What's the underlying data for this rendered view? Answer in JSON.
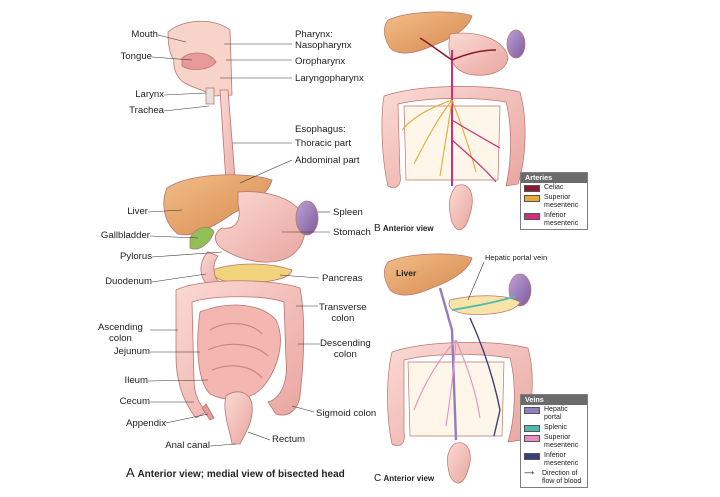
{
  "panelA": {
    "labels": {
      "mouth": "Mouth",
      "tongue": "Tongue",
      "larynx": "Larynx",
      "trachea": "Trachea",
      "pharynx": "Pharynx:",
      "nasopharynx": "Nasopharynx",
      "oropharynx": "Oropharynx",
      "laryngopharynx": "Laryngopharynx",
      "esophagus": "Esophagus:",
      "thoracic_part": "Thoracic part",
      "abdominal_part": "Abdominal part",
      "liver": "Liver",
      "spleen": "Spleen",
      "gallbladder": "Gallbladder",
      "stomach": "Stomach",
      "pylorus": "Pylorus",
      "duodenum": "Duodenum",
      "pancreas": "Pancreas",
      "transverse_colon": "Transverse\ncolon",
      "ascending_colon": "Ascending\ncolon",
      "jejunum": "Jejunum",
      "descending_colon": "Descending\ncolon",
      "ileum": "Ileum",
      "cecum": "Cecum",
      "sigmoid_colon": "Sigmoid colon",
      "appendix": "Appendix",
      "anal_canal": "Anal canal",
      "rectum": "Rectum"
    },
    "caption_letter": "A",
    "caption_text": "Anterior view; medial view of bisected head"
  },
  "panelB": {
    "caption_letter": "B",
    "caption_text": "Anterior view",
    "legend": {
      "title": "Arteries",
      "items": [
        {
          "label": "Celiac",
          "color": "#8b1a2b"
        },
        {
          "label": "Superior\nmesenteric",
          "color": "#e8a83a"
        },
        {
          "label": "Inferior\nmesenteric",
          "color": "#cf2f7a"
        }
      ]
    }
  },
  "panelC": {
    "caption_letter": "C",
    "caption_text": "Anterior view",
    "liver_label": "Liver",
    "vein_label": "Hepatic portal vein",
    "legend": {
      "title": "Veins",
      "items": [
        {
          "label": "Hepatic\nportal",
          "color": "#8f7fc0"
        },
        {
          "label": "Splenic",
          "color": "#4fb9b0"
        },
        {
          "label": "Superior\nmesenteric",
          "color": "#e58fc0"
        },
        {
          "label": "Inferior\nmesenteric",
          "color": "#3c3f7a"
        }
      ],
      "arrow_label": "Direction of\nflow of blood"
    }
  },
  "colors": {
    "tissue": "#f5c2bd",
    "tissue_dark": "#d98f8a",
    "liver": "#e7a56b",
    "spleen": "#9a7ab8",
    "pancreas": "#f0d37a",
    "gallbladder": "#8fbf55"
  }
}
